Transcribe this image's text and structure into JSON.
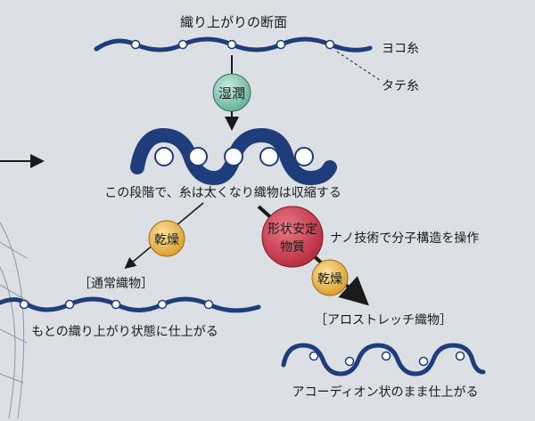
{
  "title": "織り上がりの断面",
  "labels": {
    "weft": "ヨコ糸",
    "warp": "タテ糸",
    "wet": "湿潤",
    "stage_text": "この段階で、糸は太くなり織物は収縮する",
    "dry_left": "乾燥",
    "normal_fabric": "［通常織物］",
    "normal_result": "もとの織り上がり状態に仕上がる",
    "stabilizer_line1": "形状安定",
    "stabilizer_line2": "物質",
    "nano": "ナノ技術で分子構造を操作",
    "dry_right": "乾燥",
    "stretch_fabric": "［アロストレッチ織物］",
    "stretch_result": "アコーディオン状のまま仕上がる"
  },
  "colors": {
    "background": "#dcdfe4",
    "fabric": "#1f3d7a",
    "wet_circle": "#86cbb3",
    "dry_circle": "#e9b64a",
    "stabilizer_circle": "#cf3b4e",
    "text": "#1a1a1a"
  }
}
